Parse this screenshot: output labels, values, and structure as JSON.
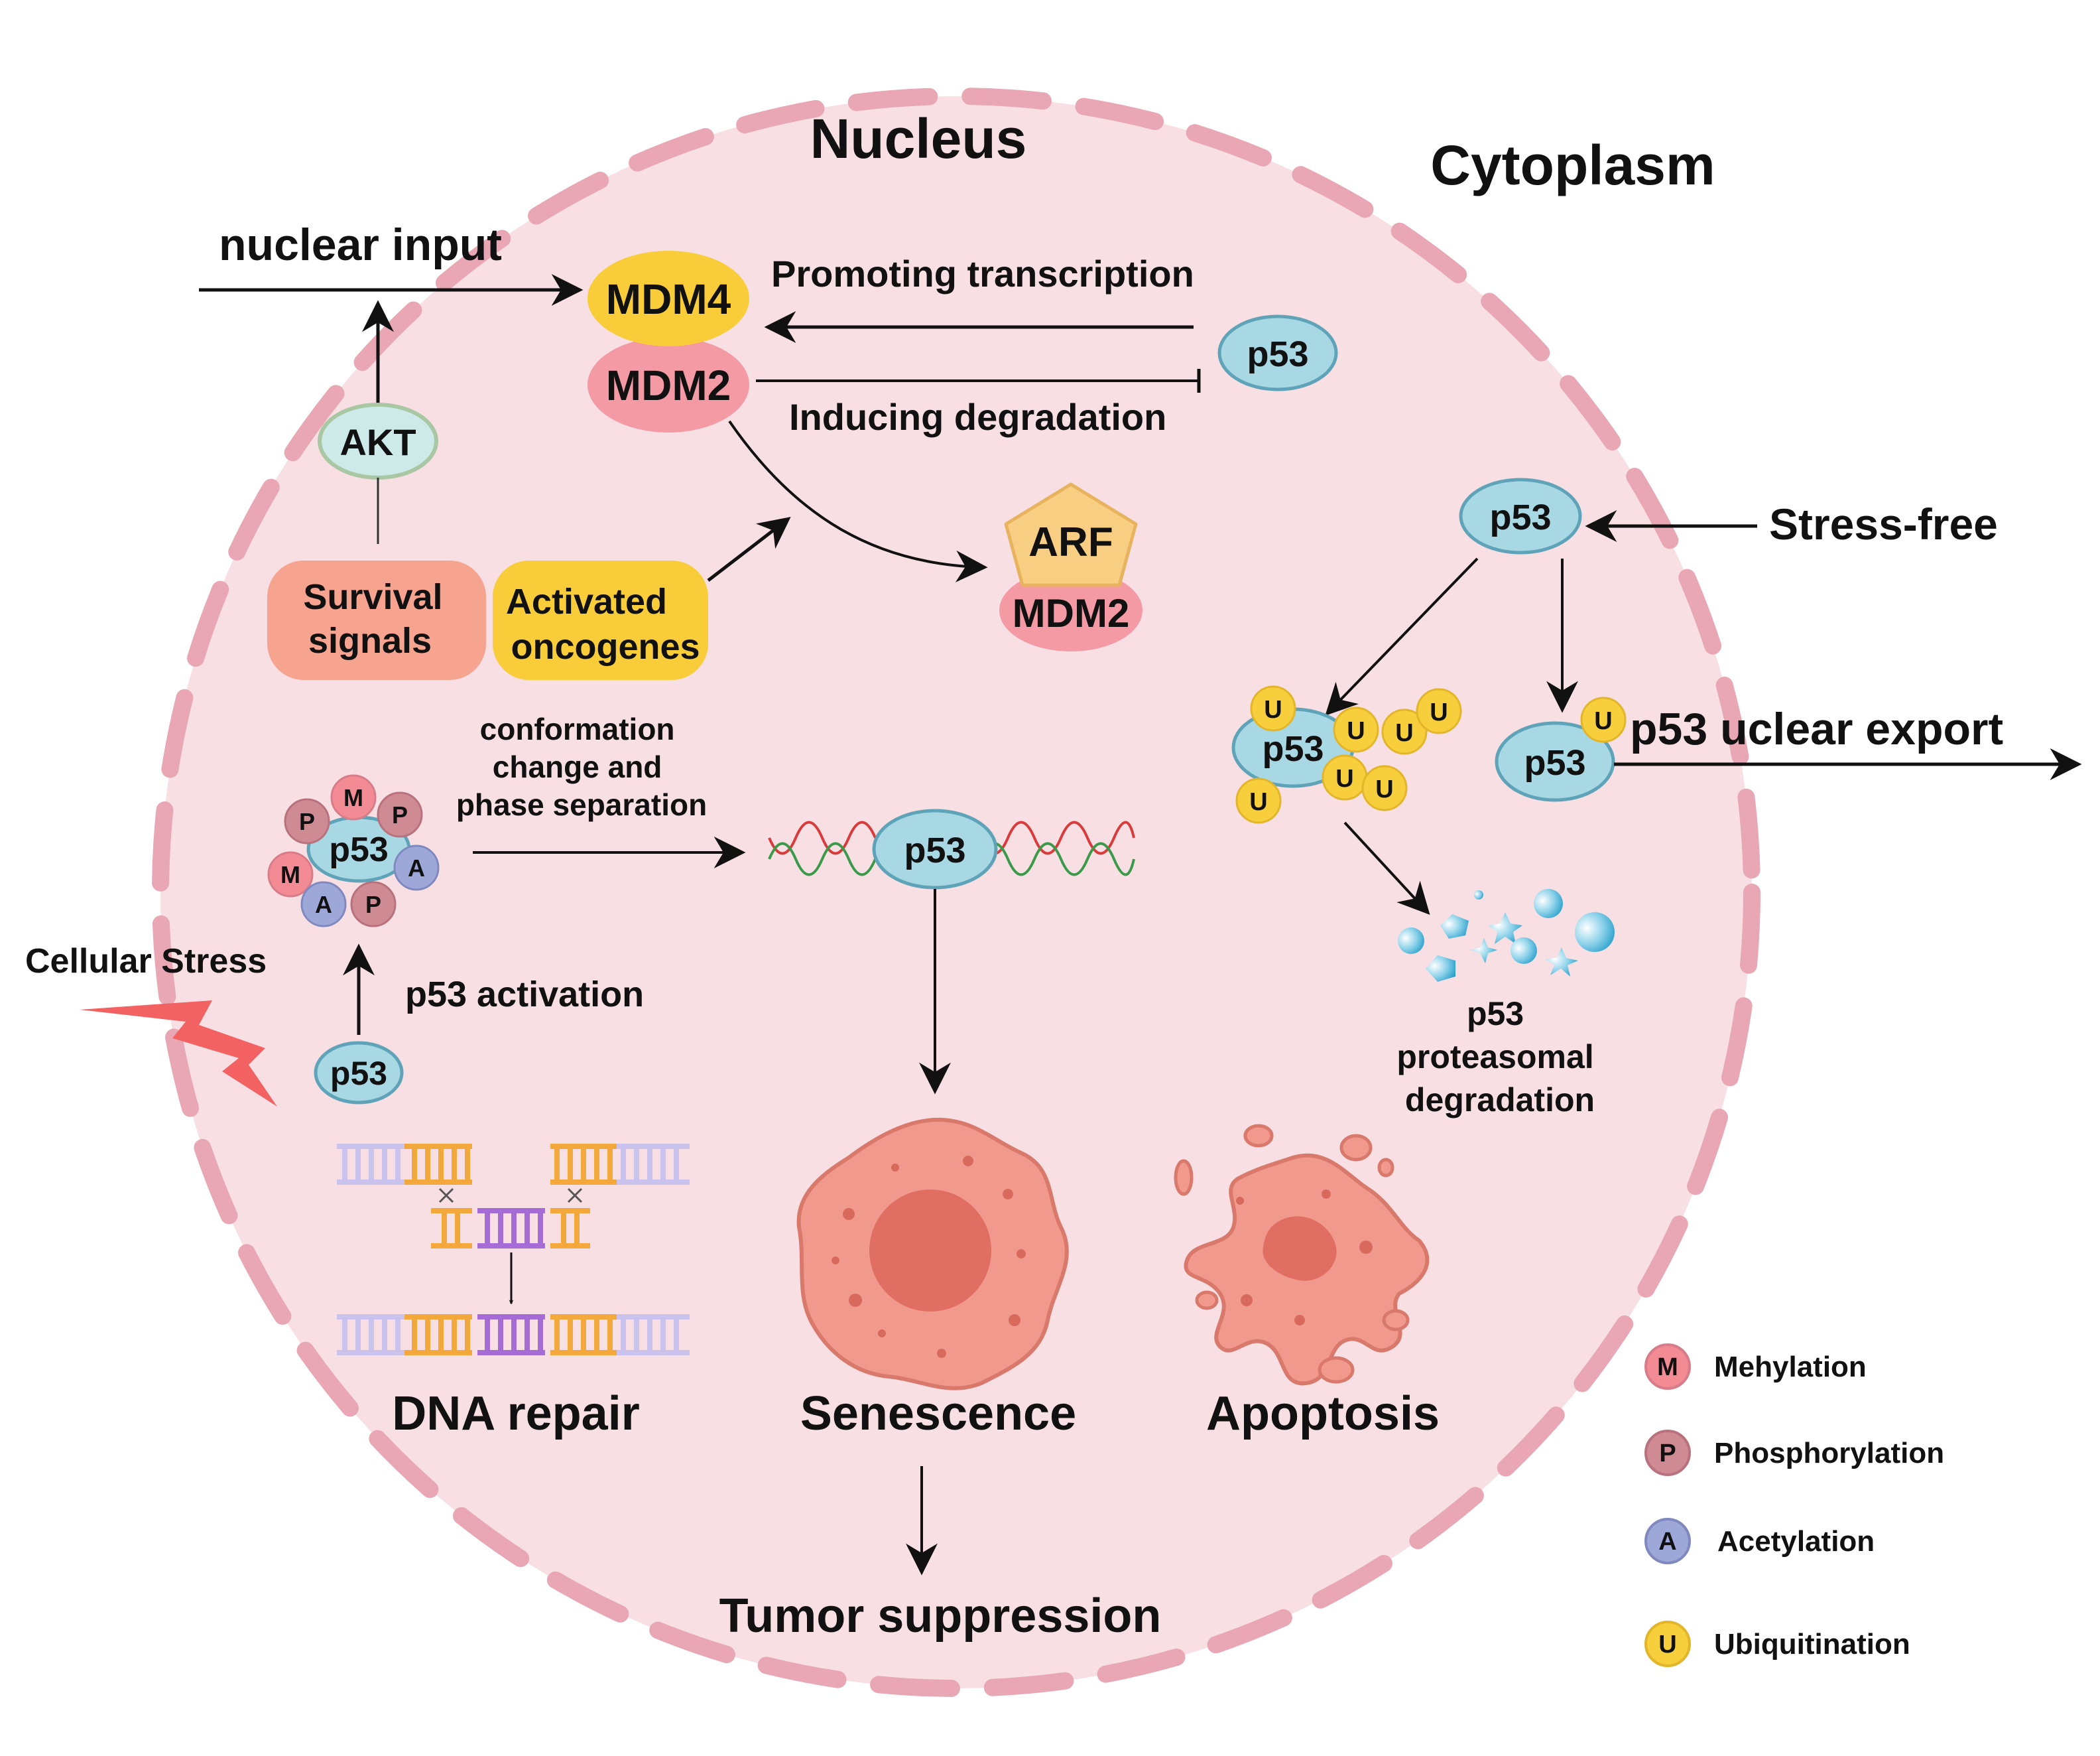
{
  "regions": {
    "nucleus": "Nucleus",
    "cytoplasm": "Cytoplasm"
  },
  "inputs": {
    "nuclear_input": "nuclear input",
    "akt": "AKT",
    "survival_signals": [
      "Survival",
      "signals"
    ],
    "activated_oncogenes": [
      "Activated",
      "oncogenes"
    ]
  },
  "proteins": {
    "mdm4": "MDM4",
    "mdm2": "MDM2",
    "arf": "ARF",
    "p53": "p53"
  },
  "edges": {
    "promoting_transcription": "Promoting transcription",
    "inducing_degradation": "Inducing degradation",
    "conformation_change": [
      "conformation",
      "change and",
      "phase separation"
    ],
    "p53_activation": "p53 activation",
    "cellular_stress": "Cellular Stress",
    "stress_free": "Stress-free",
    "nuclear_export": "p53 uclear export",
    "proteasomal_degradation": [
      "p53",
      "proteasomal",
      "degradation"
    ]
  },
  "modification_marks": {
    "methyl": "M",
    "phospho": "P",
    "acetyl": "A",
    "ubiquitin": "U"
  },
  "outcomes": {
    "dna_repair": "DNA repair",
    "senescence": "Senescence",
    "apoptosis": "Apoptosis",
    "tumor_suppression": "Tumor suppression"
  },
  "legend": [
    {
      "mark": "M",
      "label": "Mehylation",
      "color": "#f28b94"
    },
    {
      "mark": "P",
      "label": "Phosphorylation",
      "color": "#cf8b93"
    },
    {
      "mark": "A",
      "label": "Acetylation",
      "color": "#9ea8d8"
    },
    {
      "mark": "U",
      "label": "Ubiquitination",
      "color": "#f7cf3c"
    }
  ],
  "colors": {
    "cell_fill": "#f8dfe3",
    "cell_border": "#e9a6b4",
    "p53": "#a8d8e3",
    "mdm4": "#f9cd3a",
    "mdm2": "#f39aa4",
    "arf": "#f8cf82",
    "survival": "#f6a390",
    "oncogenes": "#f9cd3a",
    "cell_body": "#f2998d",
    "cell_core": "#e06e62",
    "stress_bolt": "#f26262"
  }
}
